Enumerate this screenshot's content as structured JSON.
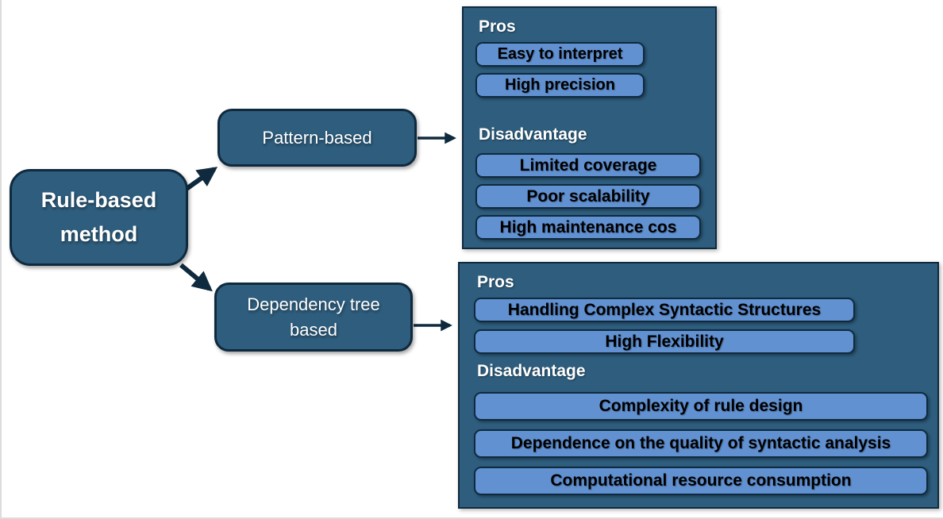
{
  "diagram": {
    "root_label": "Rule-based method",
    "branches": [
      {
        "node_label": "Pattern-based",
        "pros_title": "Pros",
        "pros": [
          "Easy to interpret",
          "High precision"
        ],
        "cons_title": "Disadvantage",
        "cons": [
          "Limited coverage",
          "Poor scalability",
          "High maintenance cos"
        ]
      },
      {
        "node_label": "Dependency tree based",
        "pros_title": "Pros",
        "pros": [
          "Handling Complex Syntactic Structures",
          "High Flexibility"
        ],
        "cons_title": "Disadvantage",
        "cons": [
          "Complexity of rule design",
          "Dependence on the quality of syntactic analysis",
          "Computational resource consumption"
        ]
      }
    ]
  },
  "colors": {
    "node_bg": "#2e5d7d",
    "panel_bg": "#2e5d7d",
    "pill_bg": "#6191d1",
    "outline": "#0f2a3e",
    "arrow": "#0f2a3e",
    "text_light": "#ffffff",
    "text_dark": "#000000",
    "slide_border": "#dcdcdc"
  }
}
